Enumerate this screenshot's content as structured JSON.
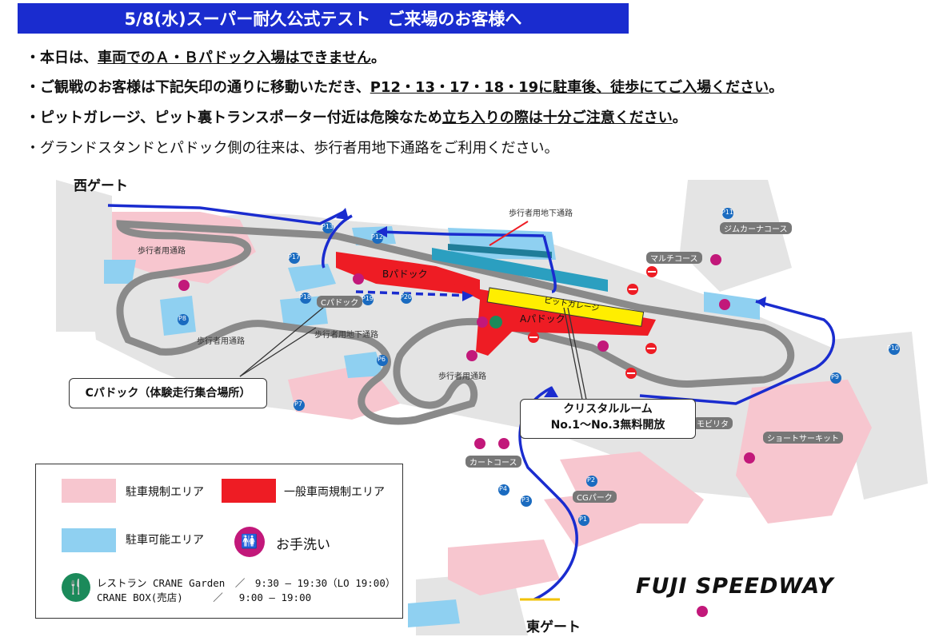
{
  "header": {
    "title": "5/8(水)スーパー耐久公式テスト　ご来場のお客様へ"
  },
  "notices": [
    {
      "pre": "・本日は、",
      "em": "車両でのＡ・Ｂパドック入場はできません",
      "post": "。"
    },
    {
      "pre": "・ご観戦のお客様は下記矢印の通りに移動いただき、",
      "em": "P12・13・17・18・19に駐車後、徒歩にてご入場ください",
      "post": "。"
    },
    {
      "pre": "・ピットガレージ、ピット裏トランスポーター付近は危険なため",
      "em": "立ち入りの際は十分ご注意ください",
      "post": "。"
    },
    {
      "pre": "・グランドスタンドとパドック側の往来は、歩行者用地下通路をご利用ください。",
      "em": "",
      "post": ""
    }
  ],
  "map": {
    "west_gate": "西ゲート",
    "east_gate": "東ゲート",
    "labels": {
      "underpass_top": "歩行者用地下通路",
      "underpass_mid": "歩行者用地下通路",
      "walkway_1": "歩行者用通路",
      "walkway_2": "歩行者用通路",
      "walkway_3": "歩行者用通路",
      "b_paddock": "Bパドック",
      "a_paddock": "Aパドック",
      "pit_garage": "ピットガレージ",
      "c_paddock": "Cパドック",
      "gymkhana": "ジムカーナコース",
      "multi": "マルチコース",
      "cart": "カートコース",
      "cg_park": "CGパーク",
      "mobility": "モビリタ",
      "short_circuit": "ショートサーキット"
    },
    "parking": [
      "P1",
      "P2",
      "P3",
      "P4",
      "P6",
      "P7",
      "P8",
      "P9",
      "P10",
      "P11",
      "P12",
      "P13",
      "P17",
      "P18",
      "P19",
      "P20"
    ],
    "callouts": {
      "c_paddock": "Cパドック（体験走行集合場所）",
      "crystal_line1": "クリスタルルーム",
      "crystal_line2": "No.1～No.3無料開放"
    },
    "colors": {
      "route": "#1a2ccf",
      "restricted_vehicle": "#ee1c24",
      "no_parking": "#f7c6cf",
      "parking_ok": "#8fd0f1",
      "pit": "#ffee00"
    }
  },
  "legend": {
    "no_parking": "駐車規制エリア",
    "vehicle_restricted": "一般車両規制エリア",
    "parking_ok": "駐車可能エリア",
    "restroom": "お手洗い",
    "restaurant": "レストラン CRANE Garden　／　9:30 – 19:30（LO 19:00）",
    "shop": "CRANE BOX(売店)　　　／　 9:00 – 19:00"
  },
  "brand": {
    "logo": "FUJI SPEEDWAY"
  }
}
